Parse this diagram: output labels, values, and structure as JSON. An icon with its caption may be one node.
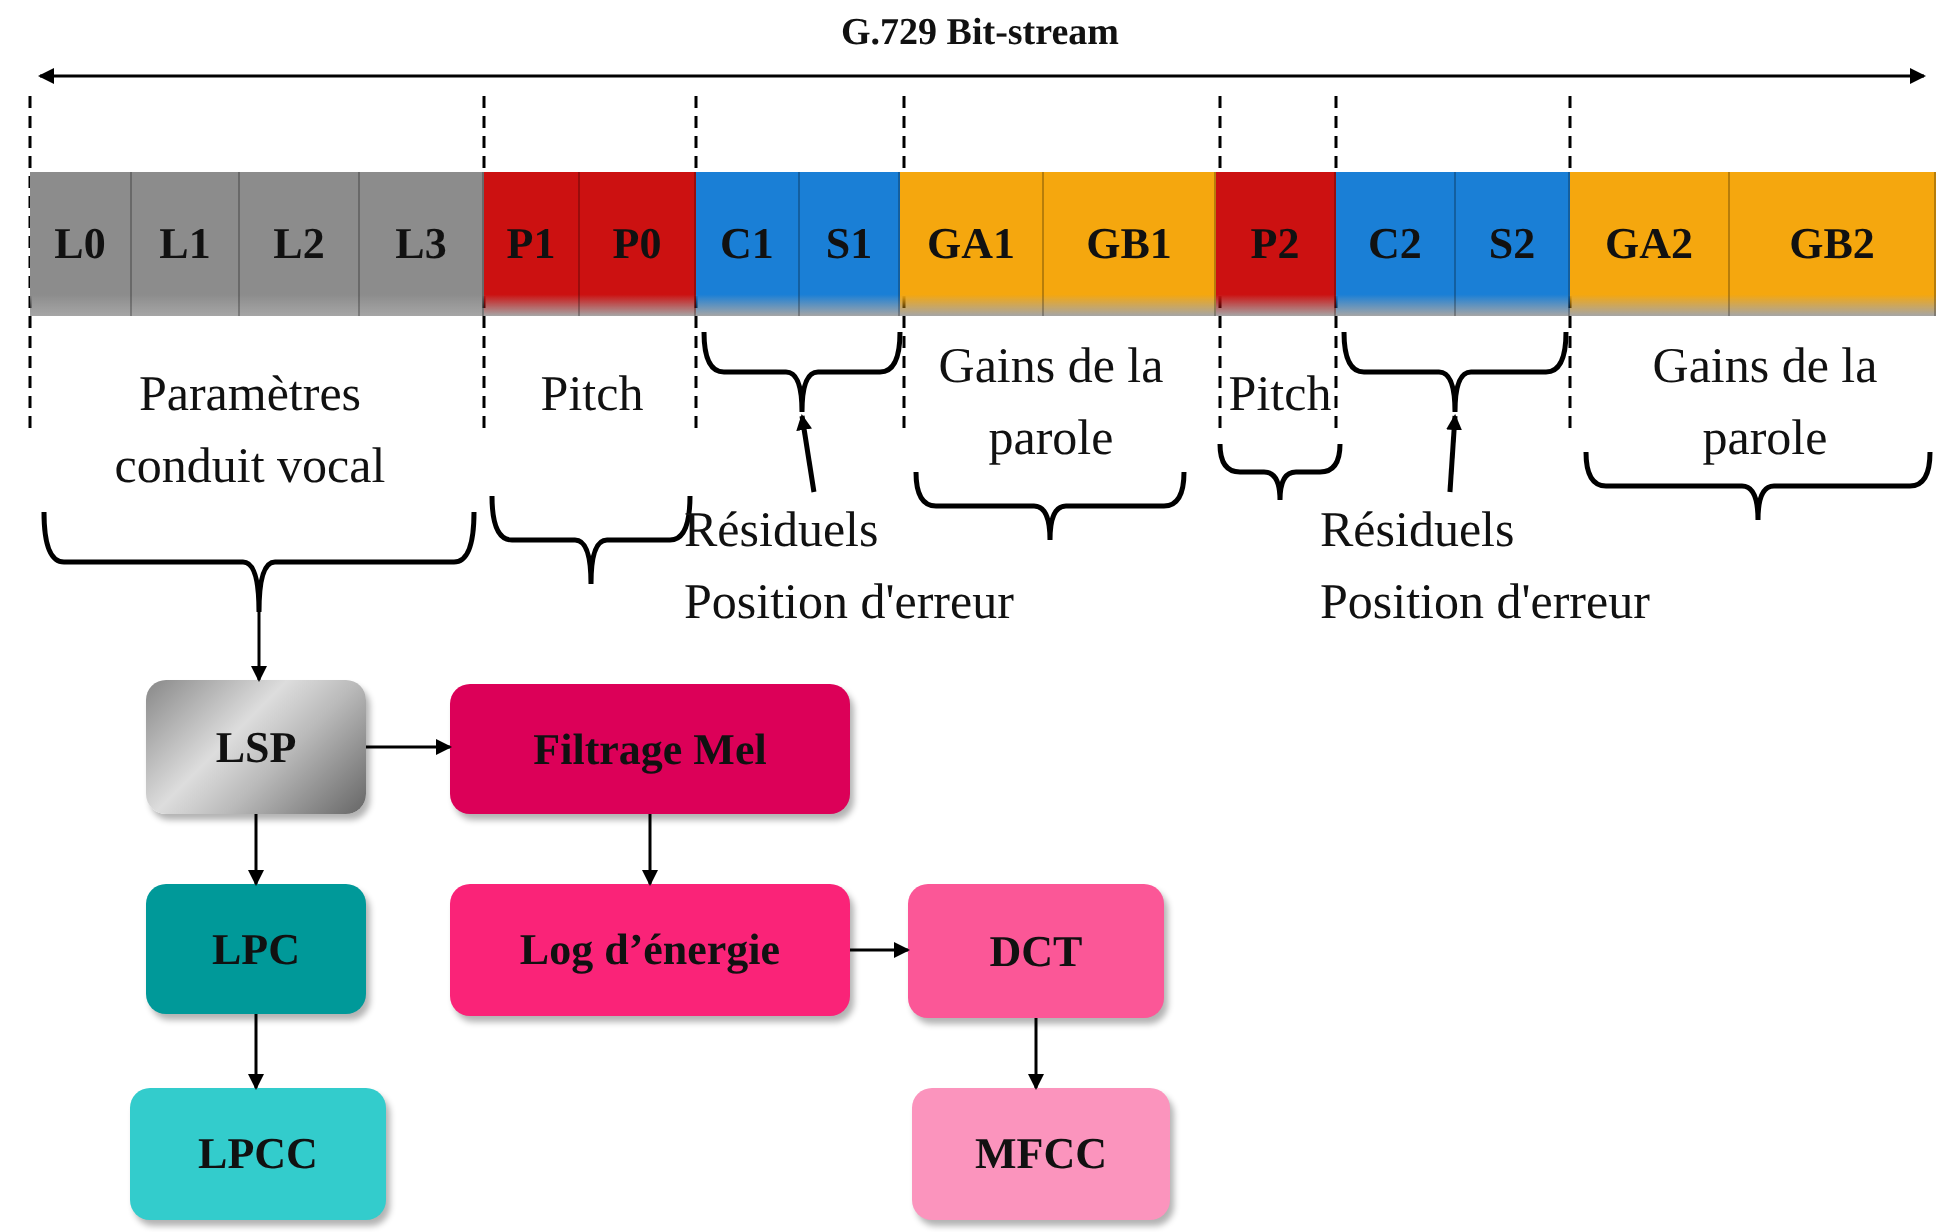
{
  "diagram": {
    "title": "G.729 Bit-stream",
    "nodes": [
      {
        "text": [
          "L0"
        ]
      },
      {
        "text": [
          "L1"
        ]
      },
      {
        "text": [
          "L2"
        ]
      },
      {
        "text": [
          "L3"
        ]
      },
      {
        "text": [
          "P1"
        ]
      },
      {
        "text": [
          "P0"
        ]
      },
      {
        "text": [
          "C1"
        ]
      },
      {
        "text": [
          "S1"
        ]
      },
      {
        "text": [
          "GA1"
        ]
      },
      {
        "text": [
          "GB1"
        ]
      },
      {
        "text": [
          "P2"
        ]
      },
      {
        "text": [
          "C2"
        ]
      },
      {
        "text": [
          "S2"
        ]
      },
      {
        "text": [
          "GA2"
        ]
      },
      {
        "text": [
          "GB2"
        ]
      },
      {
        "text": [
          "Paramètres conduit vocal"
        ]
      },
      {
        "text": [
          "Résiduels Position d'erreur"
        ]
      },
      {
        "text": [
          "Résiduels Position d'erreur"
        ]
      },
      {
        "text": [
          "LSP"
        ]
      },
      {
        "text": [
          "Filtrage Mel"
        ]
      },
      {
        "text": [
          "LPC"
        ]
      },
      {
        "text": [
          "Log d’énergie"
        ]
      },
      {
        "text": [
          "DCT"
        ]
      },
      {
        "text": [
          "LPCC"
        ]
      },
      {
        "text": [
          "MFCC"
        ]
      },
      {
        "text": [],
        "shape": "bracket"
      },
      {
        "text": [],
        "shape": "bracket"
      },
      {
        "text": [],
        "shape": "bracket"
      },
      {
        "text": [],
        "shape": "bracket"
      },
      {
        "text": [],
        "shape": "bracket"
      },
      {
        "text": [],
        "shape": "bracket"
      },
      {
        "text": [],
        "shape": "bracket"
      }
    ],
    "edges": [
      {
        "from": 25,
        "to": 18,
        "arrow": "to"
      },
      {
        "from": 16,
        "to": 27,
        "arrow": "to"
      },
      {
        "from": 17,
        "to": 30,
        "arrow": "to"
      },
      {
        "from": 18,
        "to": 19,
        "arrow": "to"
      },
      {
        "from": 18,
        "to": 20,
        "arrow": "to"
      },
      {
        "from": 19,
        "to": 21,
        "arrow": "to"
      },
      {
        "from": 20,
        "to": 23,
        "arrow": "to"
      },
      {
        "from": 21,
        "to": 22,
        "arrow": "to"
      },
      {
        "from": 22,
        "to": 24,
        "arrow": "to"
      }
    ],
    "labels": [
      "Pitch",
      "Gains de la parole",
      "Pitch",
      "Gains de la parole"
    ]
  }
}
